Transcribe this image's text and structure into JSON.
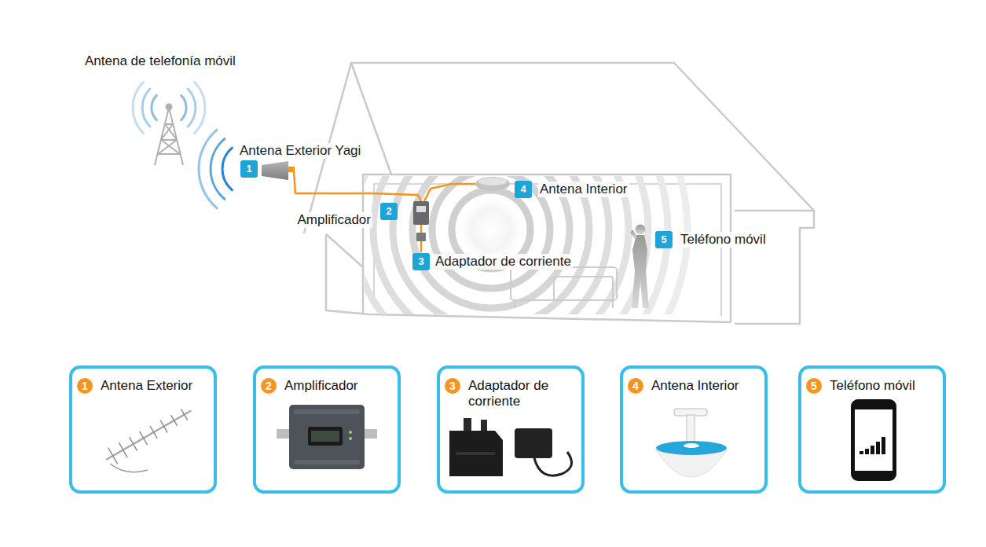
{
  "diagram": {
    "nodes": [
      {
        "text": [
          "1",
          "Antena Exterior Yagi"
        ]
      },
      {
        "text": [
          "2",
          "Amplificador"
        ]
      },
      {
        "text": [
          "3",
          "Adaptador de corriente"
        ]
      },
      {
        "text": [
          "4",
          "Antena Interior"
        ]
      },
      {
        "text": [
          "5",
          "Teléfono móvil"
        ]
      },
      {
        "text": [
          "1",
          "Antena Exterior"
        ]
      },
      {
        "text": [
          "2",
          "Amplificador"
        ]
      },
      {
        "text": [
          "3",
          "Adaptador de corriente"
        ]
      },
      {
        "text": [
          "4",
          "Antena Interior"
        ]
      },
      {
        "text": [
          "5",
          "Teléfono móvil"
        ]
      }
    ],
    "labels": [
      "Antena de telefonía móvil"
    ]
  }
}
